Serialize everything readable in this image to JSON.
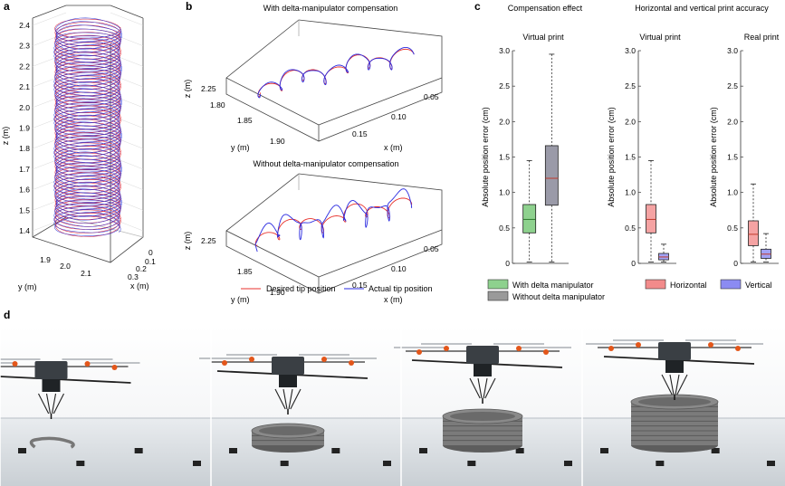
{
  "panels": {
    "a": {
      "letter": "a",
      "z_label": "z (m)",
      "y_label": "y (m)",
      "x_label": "x (m)",
      "z_ticks": [
        "2.4",
        "2.3",
        "2.2",
        "2.1",
        "2.0",
        "1.9",
        "1.8",
        "1.7",
        "1.6",
        "1.5",
        "1.4"
      ],
      "y_ticks": [
        "1.9",
        "2.0",
        "2.1"
      ],
      "x_ticks": [
        "0",
        "0.1",
        "0.2",
        "0.3"
      ]
    },
    "b": {
      "letter": "b",
      "top_title": "With delta-manipulator compensation",
      "bottom_title": "Without delta-manipulator compensation",
      "z_label": "z (m)",
      "y_label": "y (m)",
      "x_label": "x (m)",
      "z_tick": "2.25",
      "y_ticks": [
        "1.80",
        "1.85",
        "1.90"
      ],
      "x_ticks": [
        "0.05",
        "0.10",
        "0.15"
      ],
      "legend": [
        {
          "label": "Desired tip position",
          "color": "#e8322c"
        },
        {
          "label": "Actual tip position",
          "color": "#2a2ae0"
        }
      ]
    },
    "c": {
      "letter": "c",
      "heading_left": "Compensation effect",
      "heading_right": "Horizontal and vertical print accuracy",
      "legend_left": [
        {
          "label": "With delta manipulator",
          "color": "#8ed18e"
        },
        {
          "label": "Without delta manipulator",
          "color": "#9a9a9a"
        }
      ],
      "legend_right": [
        {
          "label": "Horizontal",
          "color": "#f28b8b"
        },
        {
          "label": "Vertical",
          "color": "#8b8bf2"
        }
      ]
    },
    "d": {
      "letter": "d"
    }
  },
  "chart_data": [
    {
      "type": "box",
      "title": "Virtual print",
      "ylabel": "Absolute position error (cm)",
      "ylim": [
        0,
        3.0
      ],
      "yticks": [
        "0",
        "0.5",
        "1.0",
        "1.5",
        "2.0",
        "2.5",
        "3.0"
      ],
      "series": [
        {
          "name": "With delta manipulator",
          "color": "#8ed18e",
          "whisker_low": 0.02,
          "q1": 0.43,
          "median": 0.62,
          "q3": 0.83,
          "whisker_high": 1.45
        },
        {
          "name": "Without delta manipulator",
          "color": "#9a9aa8",
          "whisker_low": 0.02,
          "q1": 0.82,
          "median": 1.2,
          "q3": 1.66,
          "whisker_high": 2.95
        }
      ]
    },
    {
      "type": "box",
      "title": "Virtual print",
      "ylabel": "Absolute position error (cm)",
      "ylim": [
        0,
        3.0
      ],
      "yticks": [
        "0",
        "0.5",
        "1.0",
        "1.5",
        "2.0",
        "2.5",
        "3.0"
      ],
      "series": [
        {
          "name": "Horizontal",
          "color": "#f5a3a3",
          "whisker_low": 0.02,
          "q1": 0.43,
          "median": 0.62,
          "q3": 0.83,
          "whisker_high": 1.45
        },
        {
          "name": "Vertical",
          "color": "#a3a3f5",
          "whisker_low": 0.02,
          "q1": 0.05,
          "median": 0.09,
          "q3": 0.14,
          "whisker_high": 0.27
        }
      ]
    },
    {
      "type": "box",
      "title": "Real print",
      "ylabel": "Absolute position error (cm)",
      "ylim": [
        0,
        3.0
      ],
      "yticks": [
        "0",
        "0.5",
        "1.0",
        "1.5",
        "2.0",
        "2.5",
        "3.0"
      ],
      "series": [
        {
          "name": "Horizontal",
          "color": "#f5a3a3",
          "whisker_low": 0.02,
          "q1": 0.25,
          "median": 0.41,
          "q3": 0.6,
          "whisker_high": 1.12
        },
        {
          "name": "Vertical",
          "color": "#a3a3f5",
          "whisker_low": 0.02,
          "q1": 0.07,
          "median": 0.13,
          "q3": 0.2,
          "whisker_high": 0.42
        }
      ]
    }
  ]
}
